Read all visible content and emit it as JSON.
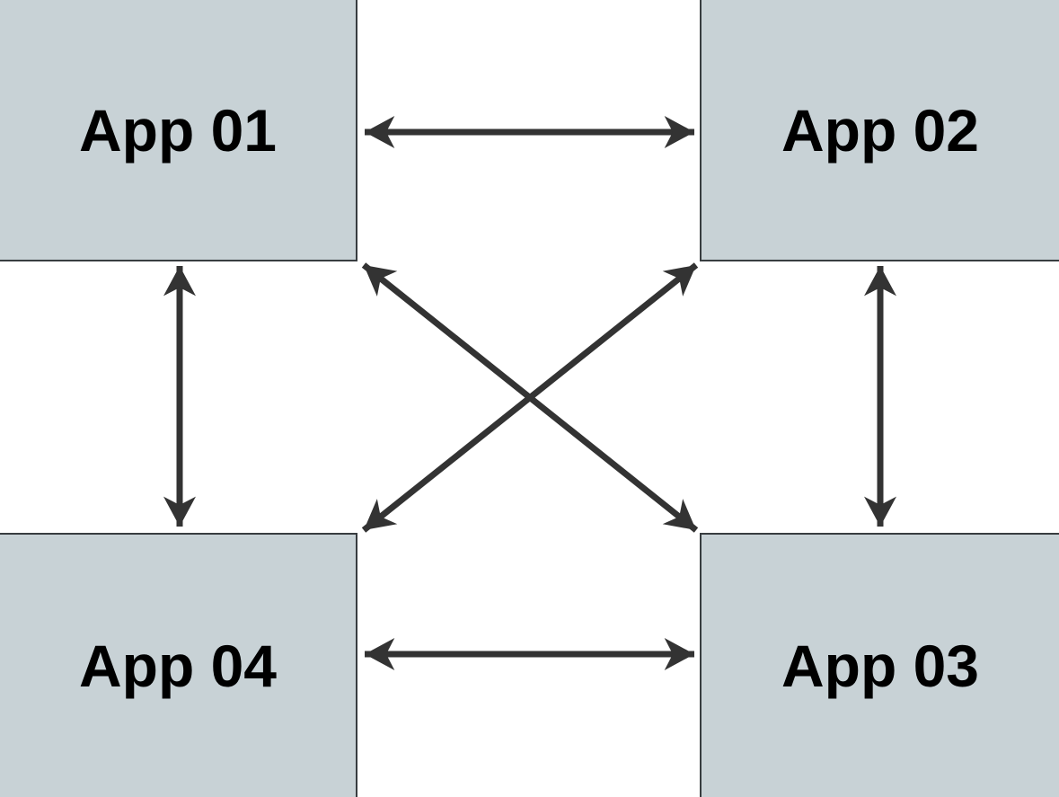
{
  "diagram": {
    "description": "Four application nodes fully interconnected with bidirectional arrows",
    "colors": {
      "node_fill": "#c8d2d6",
      "node_border": "#383d40",
      "arrow": "#333333",
      "text": "#000000",
      "background": "#ffffff"
    },
    "nodes": [
      {
        "id": "app01",
        "label": "App 01",
        "position": "top-left"
      },
      {
        "id": "app02",
        "label": "App 02",
        "position": "top-right"
      },
      {
        "id": "app03",
        "label": "App 03",
        "position": "bottom-right"
      },
      {
        "id": "app04",
        "label": "App 04",
        "position": "bottom-left"
      }
    ],
    "edges": [
      {
        "from": "App 01",
        "to": "App 02",
        "direction": "bidirectional",
        "shape": "horizontal-top"
      },
      {
        "from": "App 04",
        "to": "App 03",
        "direction": "bidirectional",
        "shape": "horizontal-bottom"
      },
      {
        "from": "App 01",
        "to": "App 04",
        "direction": "bidirectional",
        "shape": "vertical-left"
      },
      {
        "from": "App 02",
        "to": "App 03",
        "direction": "bidirectional",
        "shape": "vertical-right"
      },
      {
        "from": "App 01",
        "to": "App 03",
        "direction": "bidirectional",
        "shape": "diagonal"
      },
      {
        "from": "App 02",
        "to": "App 04",
        "direction": "bidirectional",
        "shape": "diagonal"
      }
    ]
  }
}
